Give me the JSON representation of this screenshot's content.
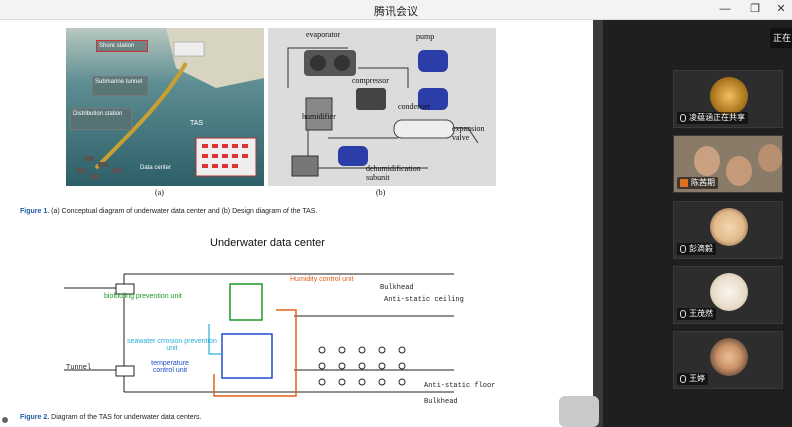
{
  "window": {
    "title": "腾讯会议",
    "minimize": "—",
    "maximize": "❐",
    "close": "✕"
  },
  "sharing_tag": "正在",
  "figure1": {
    "labels": {
      "shore": "Shore station",
      "tunnel": "Submarine tunnel",
      "distribution": "Distribution station",
      "tas": "TAS",
      "datacenter": "Data center",
      "evaporator": "evaporator",
      "pump": "pump",
      "compressor": "compressor",
      "humidifier": "humidifier",
      "condenser": "condenser",
      "expansion": "expansion valve",
      "dehum": "dehumidification subunit",
      "a": "(a)",
      "b": "(b)"
    },
    "caption_prefix": "Figure 1.",
    "caption_text": " (a) Conceptual diagram of underwater data center and (b) Design diagram of the TAS."
  },
  "figure2": {
    "title": "Underwater data center",
    "labels": {
      "biofouling": "biofouling prevention unit",
      "humidity": "Humidity control unit",
      "bulkhead_top": "Bulkhead",
      "ceiling": "Anti-static ceiling",
      "seawater": "seawater crrosion prevention unit",
      "temperature": "temperature control unit",
      "tunnel": "Tunnel",
      "floor": "Anti-static floor",
      "bulkhead_bottom": "Bulkhead"
    },
    "caption_prefix": "Figure 2.",
    "caption_text": " Diagram of the TAS for underwater data centers."
  },
  "participants": [
    {
      "name": "凌蕴涵正在共享",
      "status": "sharing"
    },
    {
      "name": "陈茜期",
      "status": "video"
    },
    {
      "name": "彭滴毅",
      "status": "avatar"
    },
    {
      "name": "王茂然",
      "status": "avatar"
    },
    {
      "name": "王婷",
      "status": "avatar"
    }
  ]
}
